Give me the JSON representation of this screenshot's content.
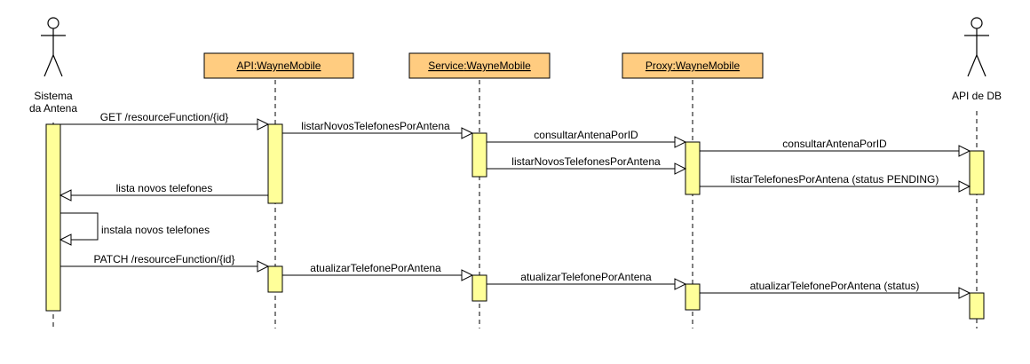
{
  "actors": [
    {
      "id": "sistema",
      "label_lines": [
        "Sistema",
        "da Antena"
      ]
    },
    {
      "id": "db",
      "label_lines": [
        "API de DB"
      ]
    }
  ],
  "objects": [
    {
      "id": "api",
      "label": "API:WayneMobile",
      "underline": "API"
    },
    {
      "id": "service",
      "label": "Service:WayneMobile",
      "underline": "Service"
    },
    {
      "id": "proxy",
      "label": "Proxy:WayneMobile",
      "underline": "Proxy"
    }
  ],
  "messages": [
    {
      "from": "sistema",
      "to": "api",
      "label": "GET /resourceFunction/{id}"
    },
    {
      "from": "api",
      "to": "service",
      "label": "listarNovosTelefonesPorAntena"
    },
    {
      "from": "service",
      "to": "proxy",
      "label": "consultarAntenaPorID"
    },
    {
      "from": "proxy",
      "to": "db",
      "label": "consultarAntenaPorID"
    },
    {
      "from": "service",
      "to": "proxy",
      "label": "listarNovosTelefonesPorAntena"
    },
    {
      "from": "proxy",
      "to": "db",
      "label": "listarTelefonesPorAntena (status PENDING)"
    },
    {
      "from": "api",
      "to": "sistema",
      "label": "lista novos telefones"
    },
    {
      "from": "sistema",
      "to": "sistema",
      "label": "instala novos telefones"
    },
    {
      "from": "sistema",
      "to": "api",
      "label": "PATCH /resourceFunction/{id}"
    },
    {
      "from": "api",
      "to": "service",
      "label": "atualizarTelefonePorAntena"
    },
    {
      "from": "service",
      "to": "proxy",
      "label": "atualizarTelefonePorAntena"
    },
    {
      "from": "proxy",
      "to": "db",
      "label": "atualizarTelefonePorAntena (status)"
    }
  ],
  "colors": {
    "object_fill": "#ffcc80",
    "activation_fill": "#ffff99",
    "line": "#000000"
  }
}
